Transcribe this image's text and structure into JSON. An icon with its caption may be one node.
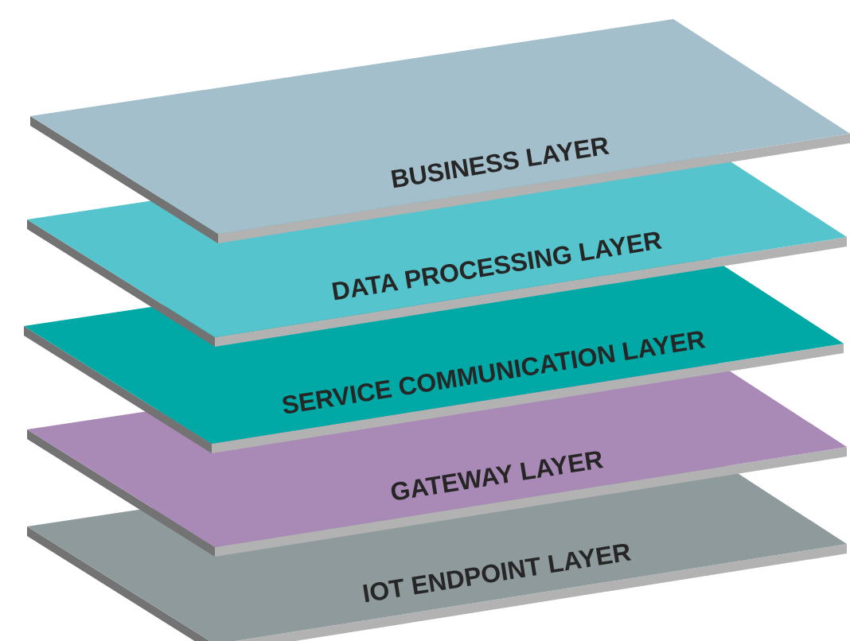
{
  "diagram": {
    "nodes": [
      {
        "text": [
          "BUSINESS LAYER"
        ]
      },
      {
        "text": [
          "DATA PROCESSING LAYER"
        ]
      },
      {
        "text": [
          "SERVICE COMMUNICATION LAYER"
        ]
      },
      {
        "text": [
          "GATEWAY LAYER"
        ]
      },
      {
        "text": [
          "IOT ENDPOINT LAYER"
        ]
      }
    ]
  }
}
